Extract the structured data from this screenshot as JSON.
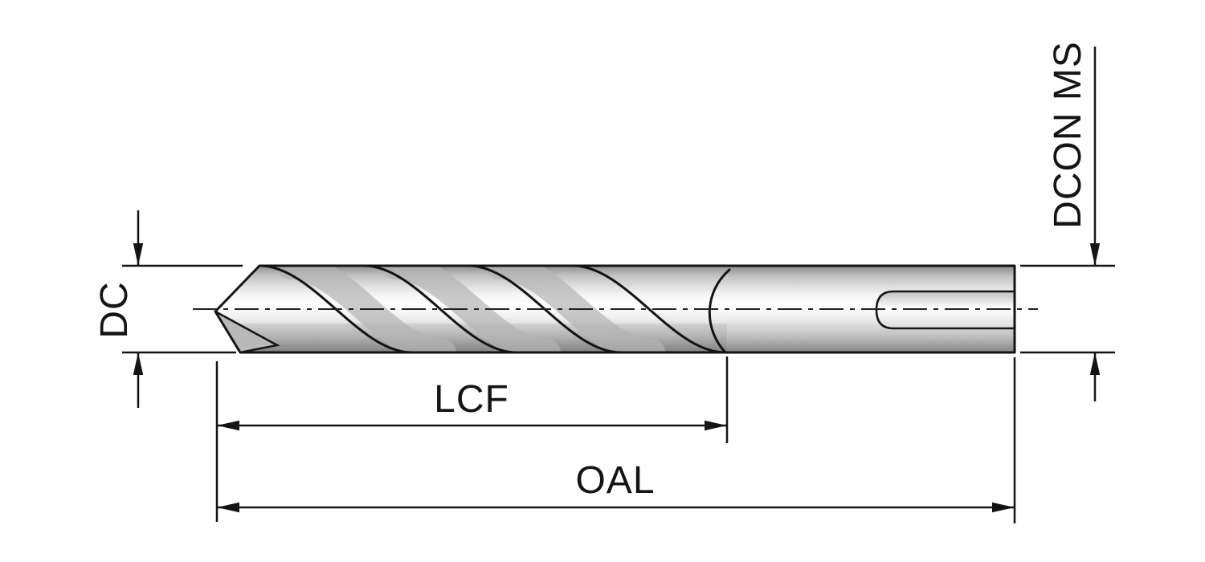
{
  "diagram": {
    "type": "technical-drawing",
    "subject": "twist-drill-dimensions",
    "labels": {
      "dc": "DC",
      "lcf": "LCF",
      "oal": "OAL",
      "dcon_ms": "DCON MS"
    },
    "colors": {
      "line": "#141414",
      "background": "#ffffff",
      "metal_light": "#ffffff",
      "metal_dark": "#8a8a8a"
    }
  }
}
